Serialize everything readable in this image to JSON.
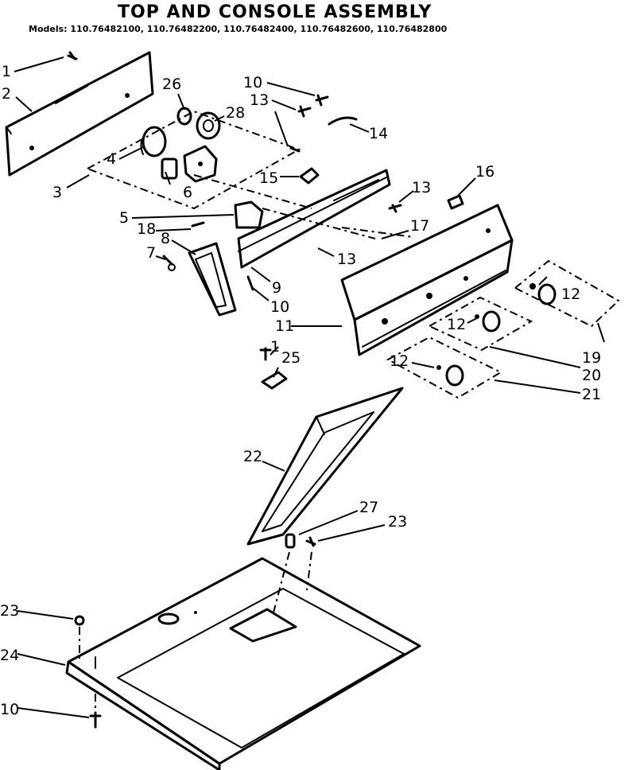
{
  "header": {
    "title": "TOP AND CONSOLE ASSEMBLY",
    "models": "Models: 110.76482100, 110.76482200, 110.76482400, 110.76482600, 110.76482800"
  },
  "callouts": {
    "c1a": "1",
    "c2": "2",
    "c3": "3",
    "c4": "4",
    "c5": "5",
    "c6": "6",
    "c7": "7",
    "c8": "8",
    "c9": "9",
    "c10a": "10",
    "c10b": "10",
    "c10c": "10",
    "c11": "11",
    "c1b": "1",
    "c12a": "12",
    "c12b": "12",
    "c12c": "12",
    "c13a": "13",
    "c13b": "13",
    "c13c": "13",
    "c14": "14",
    "c15": "15",
    "c16": "16",
    "c17": "17",
    "c18": "18",
    "c19": "19",
    "c20": "20",
    "c21": "21",
    "c22": "22",
    "c23a": "23",
    "c23b": "23",
    "c24": "24",
    "c25": "25",
    "c26": "26",
    "c27": "27",
    "c28": "28"
  }
}
